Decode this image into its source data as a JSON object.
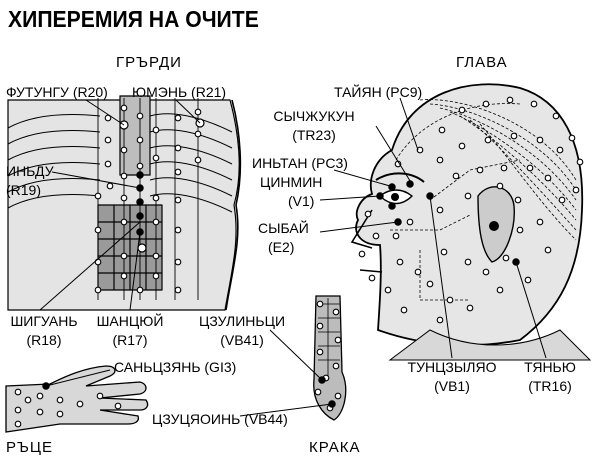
{
  "title": "ХИПЕРЕМИЯ НА ОЧИТЕ",
  "sections": {
    "chest": "ГРЪРДИ",
    "head": "ГЛАВА",
    "hands": "РЪЦЕ",
    "legs": "КРАКА"
  },
  "labels": {
    "futungu": "ФУТУНГУ (R20)",
    "yumen": "ЮМЭНЬ (R21)",
    "indu_name": "ИНЬДУ",
    "indu_code": "(R19)",
    "shiguan_name": "ШИГУАНЬ",
    "shiguan_code": "(R18)",
    "shanqu_name": "ШАНЦЮЙ",
    "shanqu_code": "(R17)",
    "zulinqi_name": "ЦЗУЛИНЬЦИ",
    "zulinqi_code": "(VB41)",
    "sanjian": "САНЬЦЗЯНЬ (GI3)",
    "zuqiaoyin": "ЦЗУЦЯОИНЬ (VB44)",
    "taiyang": "ТАЙЯН (PC9)",
    "sizhukong_name": "СЫЧЖУКУН",
    "sizhukong_code": "(TR23)",
    "yintang": "ИНЬТАН (PC3)",
    "jingming_name": "ЦИНМИН",
    "jingming_code": "(V1)",
    "sibai_name": "СЫБАЙ",
    "sibai_code": "(E2)",
    "tongziliao_name": "ТУНЦЗЫЛЯО",
    "tongziliao_code": "(VB1)",
    "tianyou_name": "ТЯНЬЮ",
    "tianyou_code": "(TR16)"
  }
}
